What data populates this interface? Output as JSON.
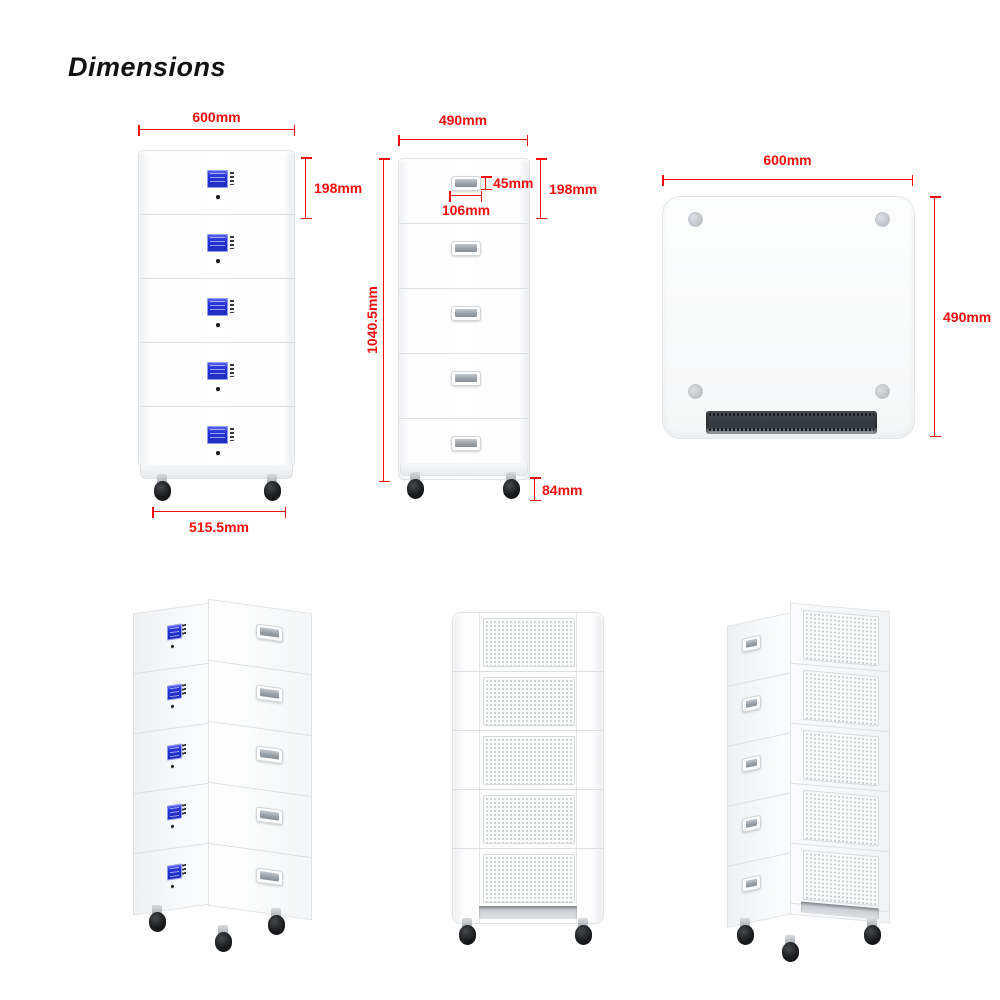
{
  "title": "Dimensions",
  "colors": {
    "dimension_annotation": "#f50d0d",
    "lcd_screen": "#2533d6",
    "cabinet": "#ffffff"
  },
  "product": {
    "modules_per_stack": 5
  },
  "views": {
    "front": {
      "width": "600mm",
      "module_height": "198mm",
      "wheel_track": "515.5mm"
    },
    "side": {
      "depth": "490mm",
      "handle_height": "45mm",
      "handle_width": "106mm",
      "module_height": "198mm",
      "total_height": "1040.5mm",
      "caster_height": "84mm"
    },
    "top": {
      "width": "600mm",
      "depth": "490mm"
    }
  }
}
